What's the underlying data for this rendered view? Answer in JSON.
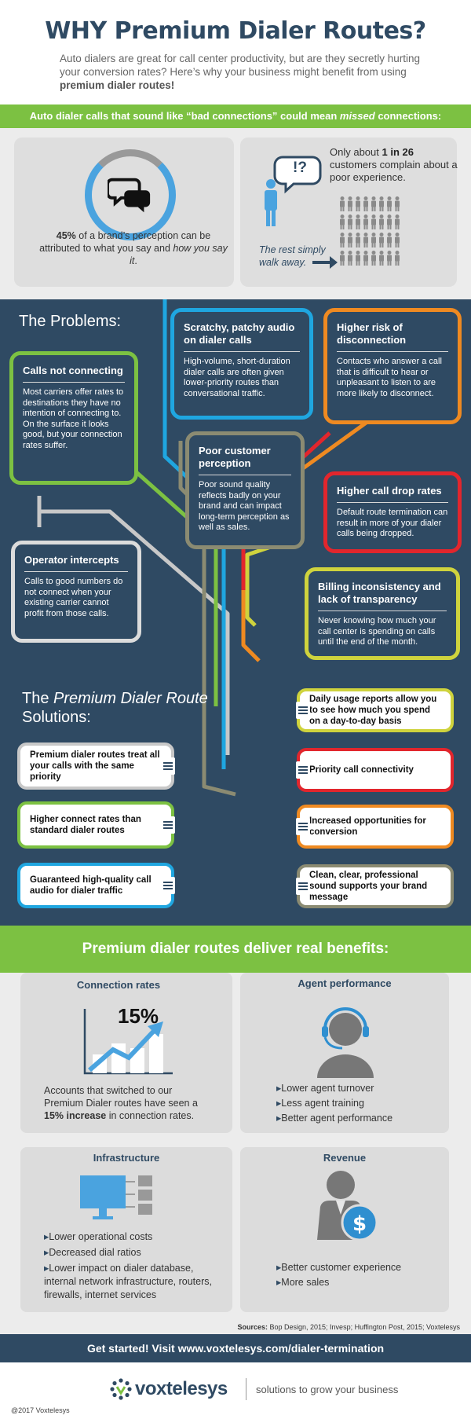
{
  "header": {
    "title": "WHY Premium Dialer Routes?",
    "intro_pre": "Auto dialers are great for call center productivity, but are they secretly hurting your conversion rates? Here’s why your business might benefit from using ",
    "intro_bold": "premium dialer routes!"
  },
  "banner1": {
    "pre": "Auto dialer calls that sound like “bad connections” could mean ",
    "em": "missed",
    "post": " connections:"
  },
  "perception": {
    "bold": "45%",
    "text1": " of a brand’s perception can be attributed to what you say and ",
    "em": "how you say it",
    "text2": "."
  },
  "complaints": {
    "pre": "Only about ",
    "bold": "1 in 26",
    "post": " customers complain about a poor experience.",
    "bubble": "!?",
    "walk_away": "The rest simply walk away."
  },
  "problems_title": "The Problems:",
  "problems": [
    {
      "title": "Calls not connecting",
      "text": "Most carriers offer rates to destinations they have no intention of connecting to. On the surface it looks good, but your connection rates suffer.",
      "color": "#7cc142"
    },
    {
      "title": "Scratchy, patchy audio on dialer calls",
      "text": "High-volume, short-duration dialer calls are often given lower-priority routes than conversational traffic.",
      "color": "#1fa6e0"
    },
    {
      "title": "Higher risk of disconnection",
      "text": "Contacts who answer a call that is difficult to hear or unpleasant to listen to are more likely to disconnect.",
      "color": "#ef8a21"
    },
    {
      "title": "Poor customer perception",
      "text": "Poor sound quality reflects badly on your brand and can impact long-term perception as well as sales.",
      "color": "#8b8b72"
    },
    {
      "title": "Higher call drop rates",
      "text": "Default route termination can result in more of your dialer calls being dropped.",
      "color": "#e2262d"
    },
    {
      "title": "Operator intercepts",
      "text": "Calls to good numbers do not connect when your existing carrier cannot profit from those calls.",
      "color": "#dcdcdc"
    },
    {
      "title": "Billing inconsistency and lack of transparency",
      "text": "Never knowing how much your call center is spending on calls until the end of the month.",
      "color": "#cfd33d"
    }
  ],
  "solutions_title": {
    "pre": "The ",
    "em": "Premium Dialer Route",
    "post": " Solutions:"
  },
  "solutions": [
    {
      "text": "Premium dialer routes treat all your calls with the same priority",
      "color": "#c8c8c8"
    },
    {
      "text": "Higher connect rates than standard dialer routes",
      "color": "#7cc142"
    },
    {
      "text": "Guaranteed high-quality call audio for dialer traffic",
      "color": "#1fa6e0"
    },
    {
      "text": "Daily usage reports allow you to see how much you spend on a day-to-day basis",
      "color": "#cfd33d"
    },
    {
      "text": "Priority call connectivity",
      "color": "#e2262d"
    },
    {
      "text": "Increased opportunities for conversion",
      "color": "#ef8a21"
    },
    {
      "text": "Clean, clear, professional sound supports your brand message",
      "color": "#8b8b72"
    }
  ],
  "banner2": "Premium dialer routes deliver real benefits:",
  "benefits": {
    "connection": {
      "title": "Connection rates",
      "stat": "15%",
      "pre": "Accounts that switched to  our Premium Dialer routes have seen a ",
      "bold": "15% increase",
      "post": " in connection rates."
    },
    "agent": {
      "title": "Agent performance",
      "items": [
        "Lower agent turnover",
        "Less agent training",
        "Better agent performance"
      ]
    },
    "infrastructure": {
      "title": "Infrastructure",
      "items": [
        "Lower operational costs",
        "Decreased dial ratios",
        "Lower impact on dialer database, internal network infrastructure, routers, firewalls, internet services"
      ]
    },
    "revenue": {
      "title": "Revenue",
      "items": [
        "Better customer experience",
        "More sales"
      ]
    }
  },
  "sources": {
    "label": "Sources:",
    "text": " Bop Design, 2015; Invesp; Huffington Post, 2015; Voxtelesys"
  },
  "cta": "Get started! Visit www.voxtelesys.com/dialer-termination",
  "footer": {
    "brand": "voxtelesys",
    "tagline": "solutions to grow your business",
    "copyright": "@2017 Voxtelesys"
  },
  "colors": {
    "navy": "#2f4a63",
    "green": "#7cc142",
    "blue": "#1fa6e0",
    "orange": "#ef8a21",
    "red": "#e2262d",
    "olive": "#8b8b72",
    "yellow": "#cfd33d"
  }
}
